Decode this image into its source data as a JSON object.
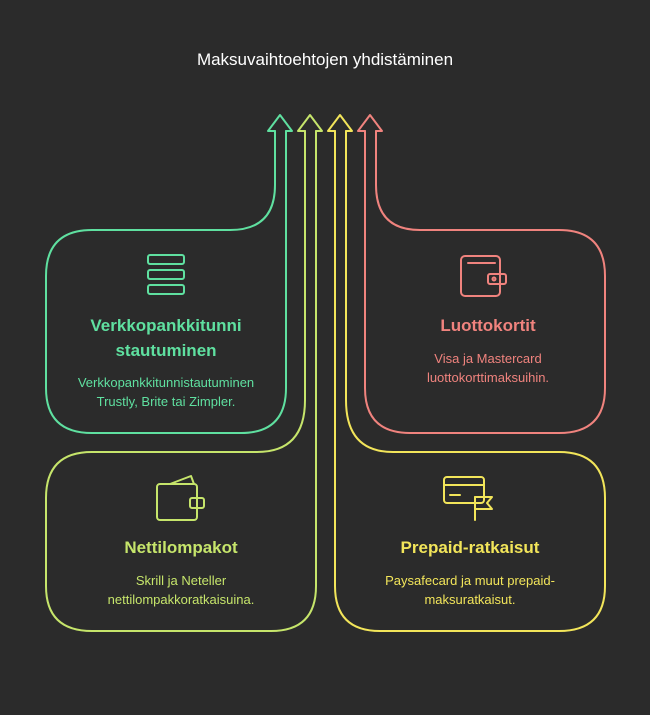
{
  "title": "Maksuvaihtoehtojen yhdistäminen",
  "colors": {
    "background": "#2b2b2b",
    "green": "#5fe0a0",
    "red": "#f0837e",
    "lime": "#c6e56b",
    "yellow": "#f2e55a"
  },
  "cards": [
    {
      "id": "verkkopankki",
      "icon": "stacked-bars-icon",
      "title_line1": "Verkkopankkitunni",
      "title_line2": "stautuminen",
      "desc_line1": "Verkkopankkitunnistautuminen",
      "desc_line2": "Trustly, Brite tai Zimpler."
    },
    {
      "id": "luottokortit",
      "icon": "wallet-icon",
      "title_line1": "Luottokortit",
      "desc_line1": "Visa ja Mastercard",
      "desc_line2": "luottokorttimaksuihin."
    },
    {
      "id": "nettilompakot",
      "icon": "wallet-icon",
      "title_line1": "Nettilompakot",
      "desc_line1": "Skrill ja Neteller",
      "desc_line2": "nettilompakkoratkaisuina."
    },
    {
      "id": "prepaid",
      "icon": "card-flag-icon",
      "title_line1": "Prepaid-ratkaisut",
      "desc_line1": "Paysafecard ja muut prepaid-",
      "desc_line2": "maksuratkaisut."
    }
  ]
}
